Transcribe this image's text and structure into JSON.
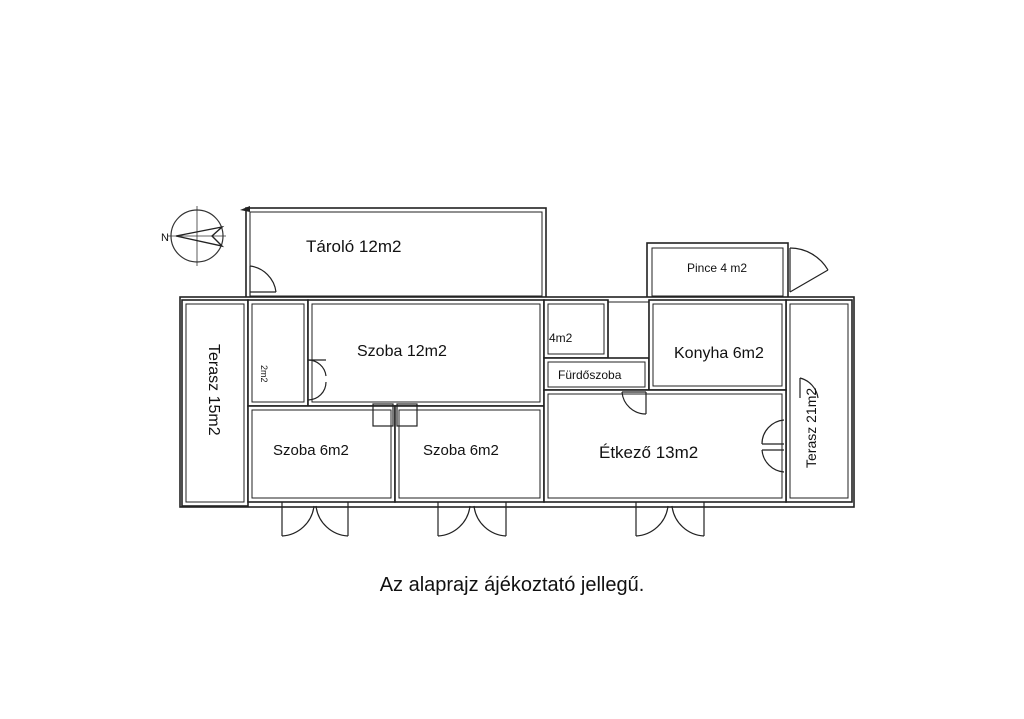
{
  "plan": {
    "rooms": {
      "tarolo": "Tároló 12m2",
      "pince": "Pince 4 m2",
      "szoba_12": "Szoba 12m2",
      "four_m2": "4m2",
      "furdoszoba": "Fürdőszoba",
      "konyha": "Konyha 6m2",
      "terasz_15": "Terasz 15m2",
      "two_m2": "2m2",
      "szoba_6_left": "Szoba 6m2",
      "szoba_6_right": "Szoba 6m2",
      "etkezo": "Étkező 13m2",
      "terasz_21": "Terasz 21m2"
    },
    "compass_letter": "N"
  },
  "note": "Az alaprajz ájékoztató jellegű."
}
